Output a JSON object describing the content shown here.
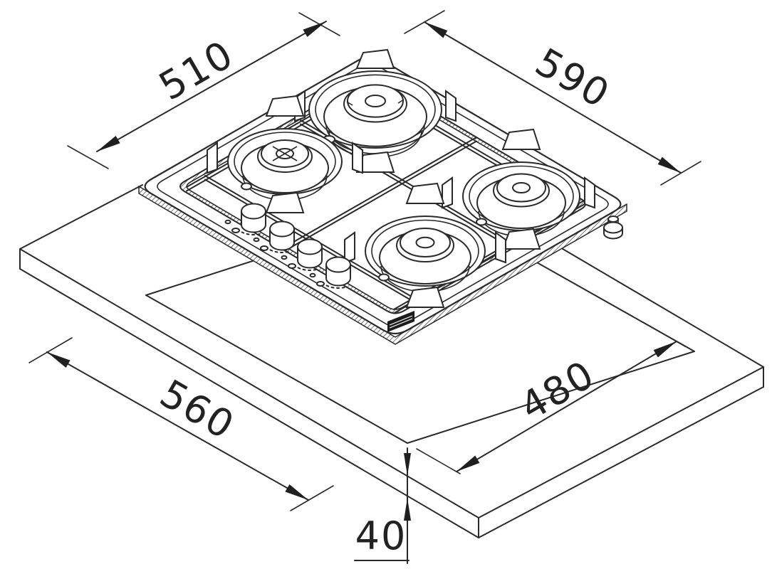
{
  "diagram": {
    "dimensions": {
      "hob_depth": "510",
      "hob_width": "590",
      "cutout_width": "560",
      "cutout_depth": "480",
      "worktop_thickness": "40"
    },
    "colors": {
      "line": "#2a2a2a",
      "background": "#ffffff",
      "brand_block": "#1c1c1c"
    }
  }
}
